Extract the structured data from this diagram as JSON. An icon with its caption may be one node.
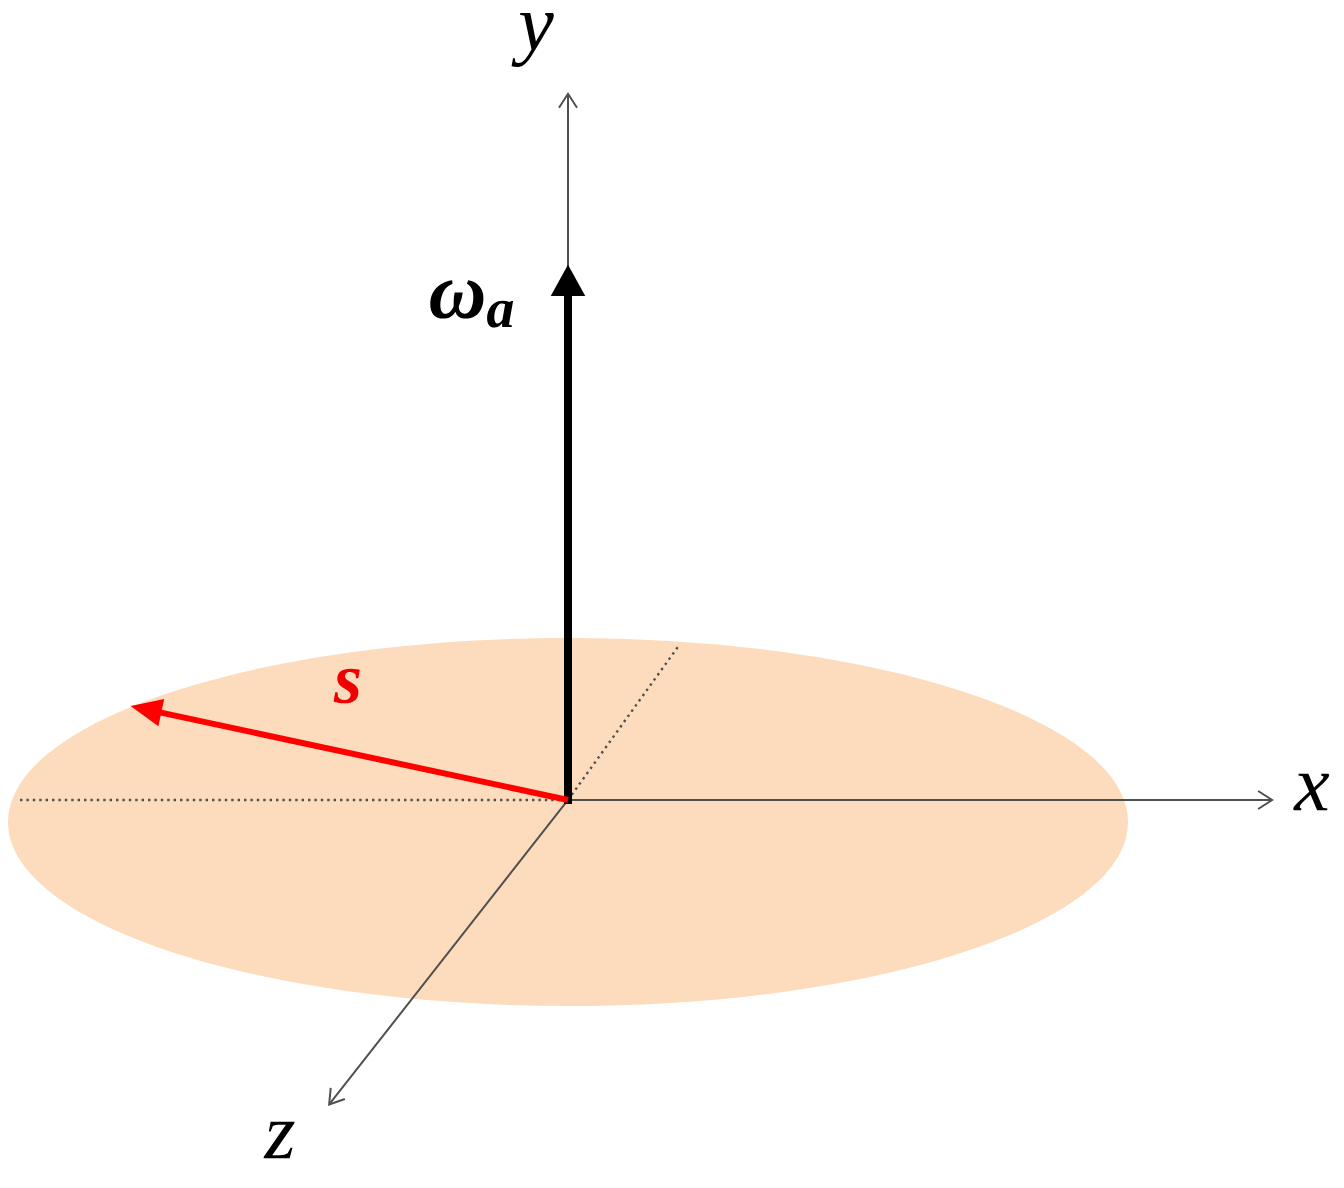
{
  "diagram": {
    "labels": [
      "y",
      "ω$_{a}$",
      "s",
      "x",
      "z"
    ]
  }
}
